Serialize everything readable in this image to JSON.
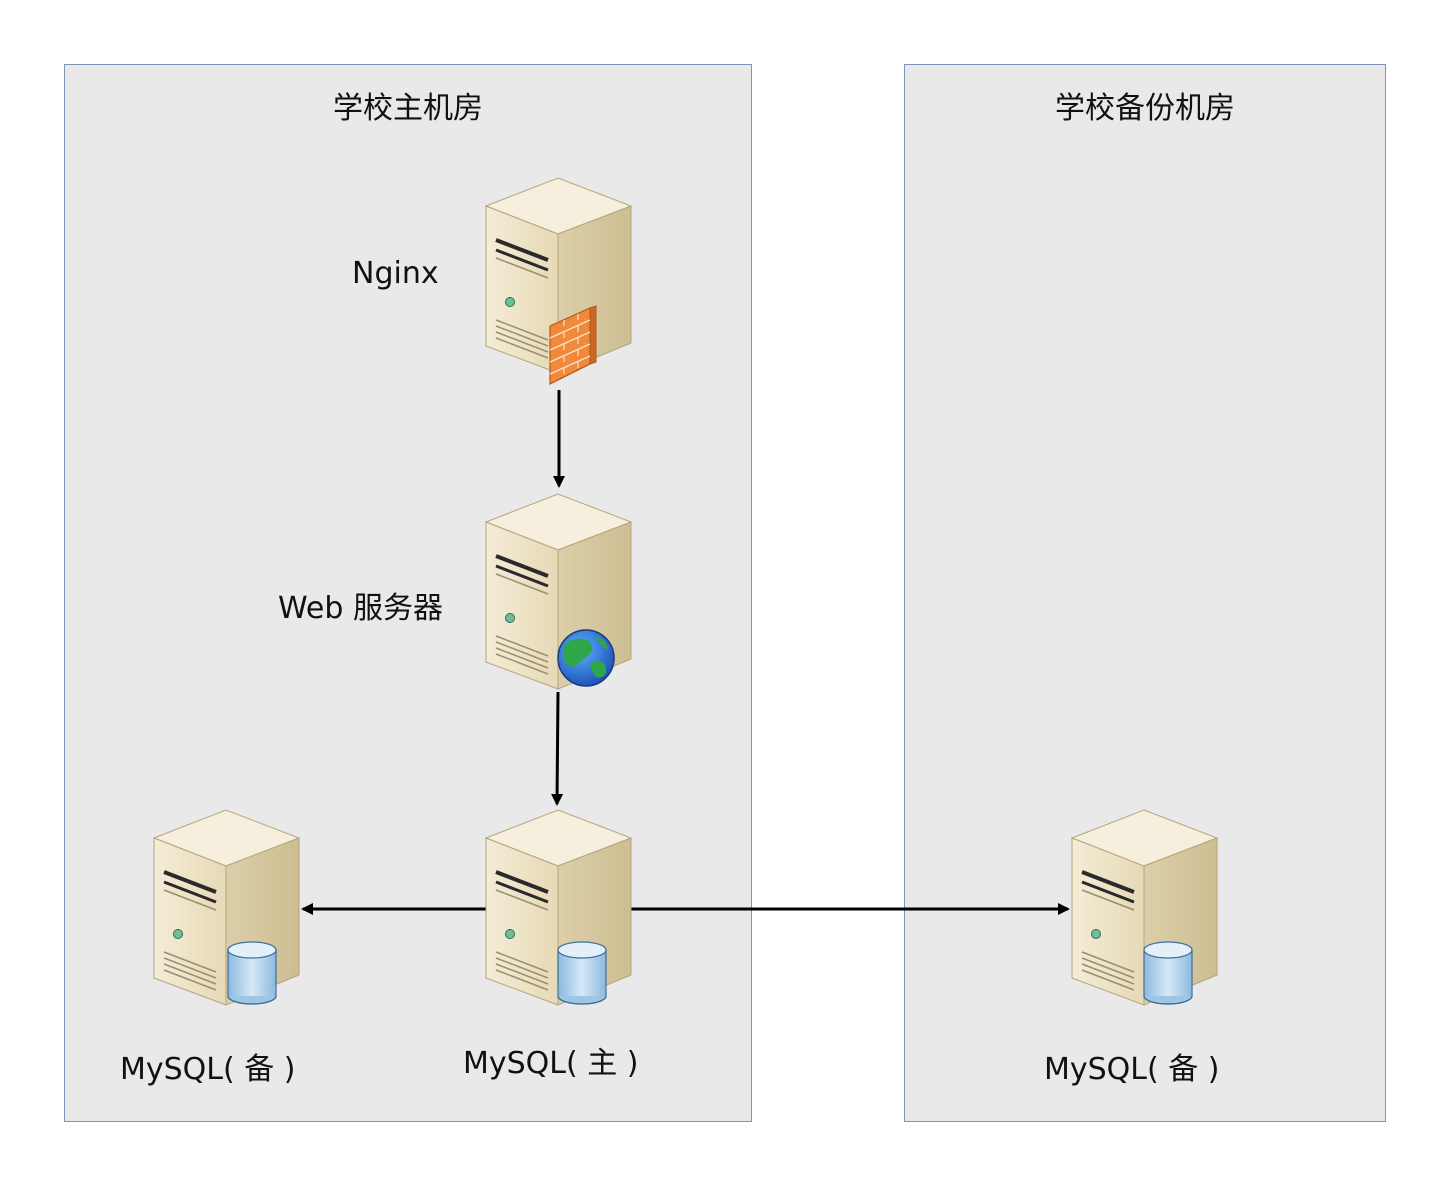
{
  "rooms": {
    "main": {
      "title": "学校主机房"
    },
    "backup": {
      "title": "学校备份机房"
    }
  },
  "nodes": {
    "nginx": {
      "label": "Nginx",
      "badge_icon": "firewall-icon"
    },
    "web": {
      "label": "Web 服务器",
      "badge_icon": "globe-icon"
    },
    "mysql_master": {
      "label": "MySQL( 主 )",
      "badge_icon": "database-icon"
    },
    "mysql_slave_local": {
      "label": "MySQL( 备 )",
      "badge_icon": "database-icon"
    },
    "mysql_slave_backup": {
      "label": "MySQL( 备 )",
      "badge_icon": "database-icon"
    }
  },
  "edges": [
    {
      "from": "nginx",
      "to": "web"
    },
    {
      "from": "web",
      "to": "mysql_master"
    },
    {
      "from": "mysql_master",
      "to": "mysql_slave_local"
    },
    {
      "from": "mysql_master",
      "to": "mysql_slave_backup"
    }
  ],
  "colors": {
    "room_fill": "#e9e9e9",
    "room_border": "#7e93b8",
    "server_front": "#efe6cf",
    "server_side": "#d8cba6",
    "firewall": "#f08a3a",
    "database": "#a9cbe6"
  }
}
